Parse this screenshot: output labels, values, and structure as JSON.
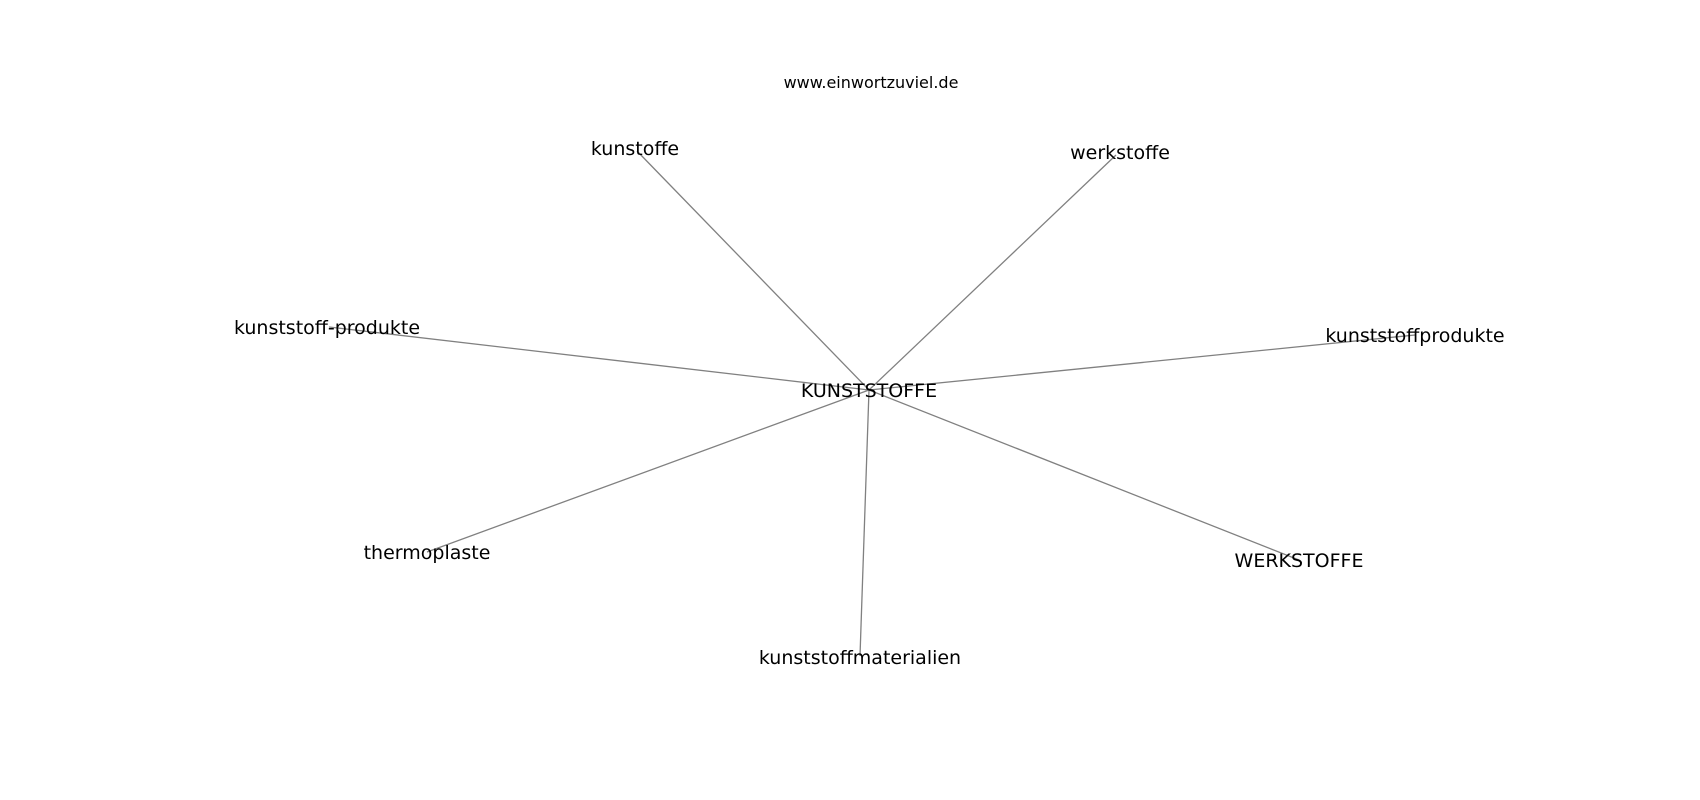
{
  "site": "www.einwortzuviel.de",
  "center": {
    "label": "KUNSTSTOFFE"
  },
  "nodes": [
    {
      "id": "kunstoffe",
      "label": "kunstoffe"
    },
    {
      "id": "werkstoffe",
      "label": "werkstoffe"
    },
    {
      "id": "kunststoff-produkte",
      "label": "kunststoff-produkte"
    },
    {
      "id": "kunststoffprodukte",
      "label": "kunststoffprodukte"
    },
    {
      "id": "thermoplaste",
      "label": "thermoplaste"
    },
    {
      "id": "werkstoffe-upper",
      "label": "WERKSTOFFE"
    },
    {
      "id": "kunststoffmaterialien",
      "label": "kunststoffmaterialien"
    }
  ],
  "edge_color": "#808080"
}
